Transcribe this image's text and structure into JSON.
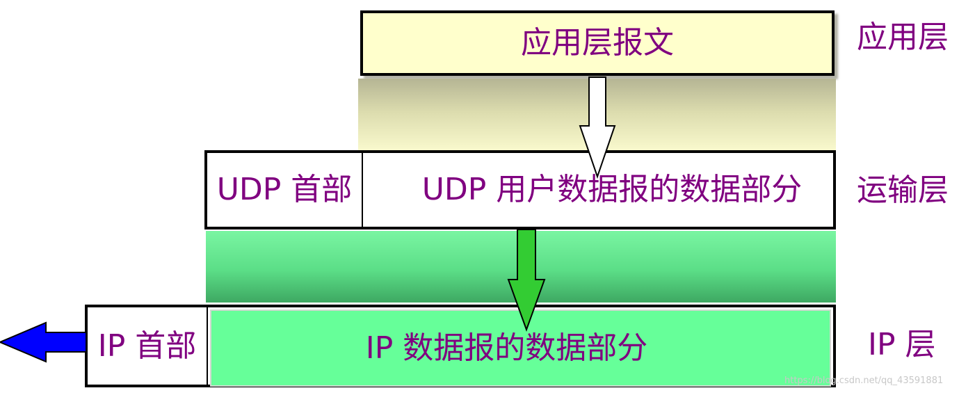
{
  "layers": {
    "application": "应用层",
    "transport": "运输层",
    "ip": "IP 层"
  },
  "app_message": "应用层报文",
  "udp": {
    "header": "UDP 首部",
    "data": "UDP 用户数据报的数据部分"
  },
  "ip": {
    "header": "IP 首部",
    "data": "IP 数据报的数据部分"
  },
  "watermark": "https://blog.csdn.net/qq_43591881",
  "colors": {
    "text": "#800080",
    "app_box_fill": "#ffffcc",
    "ip_data_fill": "#66ff99",
    "green_arrow": "#33cc33",
    "blue_arrow": "#0000ff"
  }
}
